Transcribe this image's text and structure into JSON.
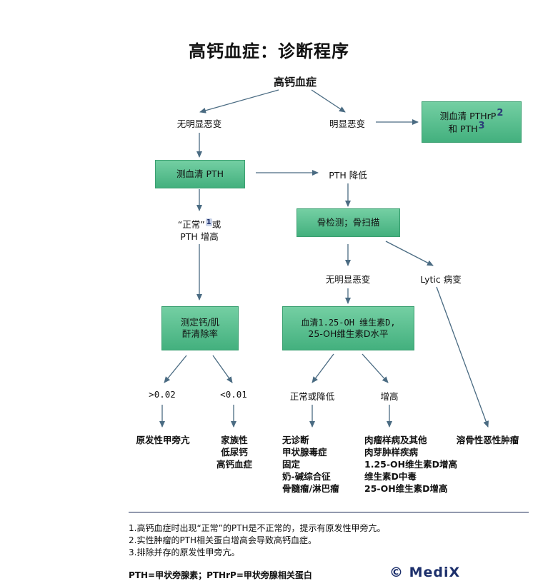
{
  "title": "高钙血症：诊断程序",
  "nodes": {
    "root": "高钙血症",
    "no_malignancy": "无明显恶变",
    "obvious_malignancy": "明显恶变",
    "pthrp_line1": "测血清 PTHrP",
    "pthrp_sup": "2",
    "pthrp_line2": "和 PTH",
    "pthrp_sup2": "3",
    "measure_pth": "测血清 PTH",
    "pth_low": "PTH 降低",
    "normal_line1": "“正常”",
    "normal_sup": "1",
    "normal_or": "或",
    "normal_line2": "PTH 增高",
    "bone_scan": "骨检测；骨扫描",
    "no_malignancy2": "无明显恶变",
    "lytic": "Lytic 病变",
    "ca_cr_line1": "测定钙/肌",
    "ca_cr_line2": "酐清除率",
    "vitd_line1": "血清1.25-OH 维生素D,",
    "vitd_line2": "25-OH维生素D水平",
    "gt": ">0.02",
    "lt": "<0.01",
    "normal_or_low": "正常或降低",
    "increased": "增高"
  },
  "results": {
    "primary_hpt": [
      "原发性甲旁亢"
    ],
    "familial": [
      "家族性",
      "低尿钙",
      "高钙血症"
    ],
    "no_diagnosis": [
      "无诊断",
      "甲状腺毒症",
      "固定",
      "奶-碱综合征",
      "骨髓瘤/淋巴瘤"
    ],
    "granuloma": [
      "肉瘤样病及其他",
      "肉芽肿样疾病",
      "1.25-OH维生素D增高",
      "维生素D中毒",
      "25-OH维生素D增高"
    ],
    "osteolytic": [
      "溶骨性恶性肿瘤"
    ]
  },
  "footnotes": [
    "1.高钙血症时出现“正常”的PTH是不正常的，提示有原发性甲旁亢。",
    "2.实性肿瘤的PTH相关蛋白增高会导致高钙血症。",
    "3.排除并存的原发性甲旁亢。"
  ],
  "abbreviations": "PTH=甲状旁腺素；PTHrP=甲状旁腺相关蛋白",
  "logo": "© MediX",
  "colors": {
    "box_fill": "#4fb985",
    "arrow": "#4a6b82",
    "logo": "#1c2f6b"
  }
}
